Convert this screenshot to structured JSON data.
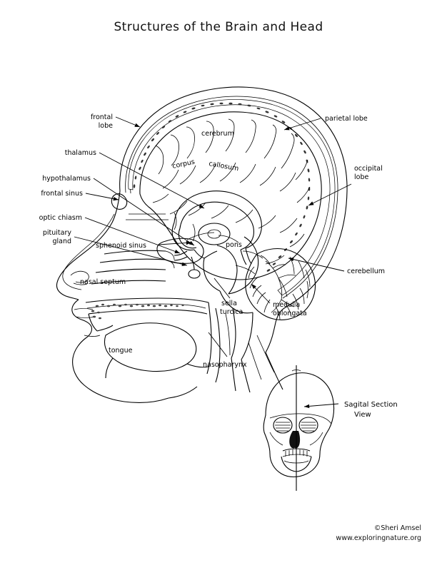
{
  "document": {
    "title": "Structures of the Brain and Head",
    "type": "anatomy-diagram",
    "view": "midsagittal section of human head"
  },
  "labels": {
    "frontal_lobe": [
      "frontal",
      "lobe"
    ],
    "thalamus": "thalamus",
    "hypothalamus": "hypothalamus",
    "frontal_sinus": "frontal sinus",
    "optic_chiasm": "optic chiasm",
    "pituitary_gland": [
      "pituitary",
      "gland"
    ],
    "sphenoid_sinus": "sphenoid sinus",
    "nasal_septum": "nasal septum",
    "tongue": "tongue",
    "nasopharynx": "nasopharynx",
    "sella_turcica": [
      "sella",
      "turcica"
    ],
    "cerebrum": "cerebrum",
    "corpus": "corpus",
    "callosum": "callosum",
    "pons": "pons",
    "parietal_lobe": "parietal lobe",
    "occipital_lobe": [
      "occipital",
      "lobe"
    ],
    "cerebellum": "cerebellum",
    "medulla_oblongata": [
      "medulla",
      "oblongata"
    ],
    "sagital_section_view": [
      "Sagital Section",
      "View"
    ]
  },
  "inset": {
    "name": "anterior skull view",
    "caption_line1": "Sagital Section",
    "caption_line2": "View"
  },
  "footer": {
    "copyright": "©Sheri Amsel",
    "website": "www.exploringnature.org"
  },
  "colors": {
    "ink": "#000000",
    "background": "#ffffff"
  }
}
